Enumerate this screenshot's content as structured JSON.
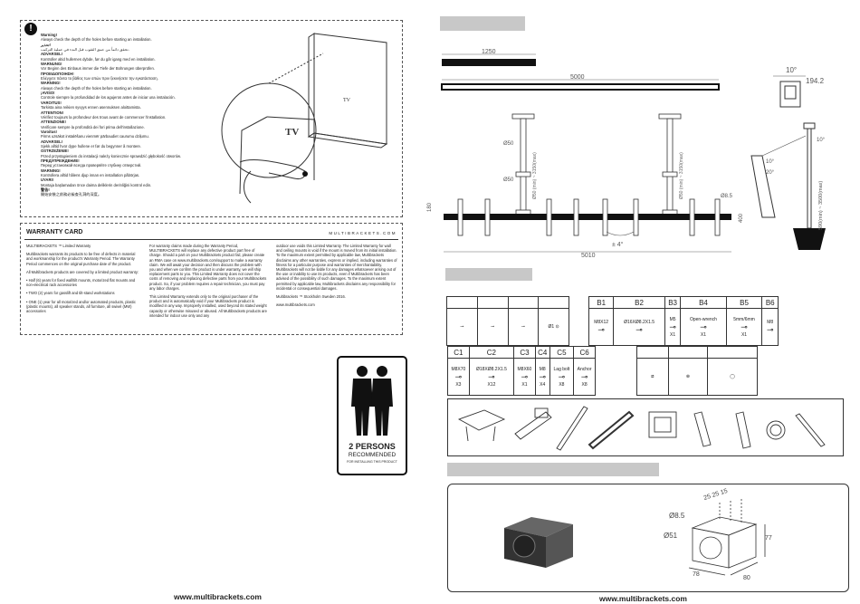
{
  "warning": {
    "lines": [
      {
        "t": "Warning!",
        "b": true
      },
      {
        "t": "Always check the depth of the holes before starting an installation.",
        "b": false
      },
      {
        "t": "تحذير!",
        "b": true
      },
      {
        "t": "تحقق دائماً من عمق الثقوب قبل البدء في عملية التركيب.",
        "b": false
      },
      {
        "t": "ADVARSEL!",
        "b": true
      },
      {
        "t": "Kontroller altid hullernes dybde, før du går igang med en installation.",
        "b": false
      },
      {
        "t": "WARNUNG!",
        "b": true
      },
      {
        "t": "Vor Beginn des Einbaus immer die Tiefe der Bohrungen überprüfen.",
        "b": false
      },
      {
        "t": "ΠΡΟΕΙΔΟΠΟΙΗΣΗ!",
        "b": true
      },
      {
        "t": "Ελέγχετε πάντα το βάθος των οπών πριν ξεκινήσετε την εγκατάσταση.",
        "b": false
      },
      {
        "t": "WARNING!",
        "b": true
      },
      {
        "t": "Always check the depth of the holes before starting an installation.",
        "b": false
      },
      {
        "t": "¡AVISO!",
        "b": true
      },
      {
        "t": "Controle siempre la profundidad de los agujeros antes de iniciar una instalación.",
        "b": false
      },
      {
        "t": "VAROITUS!",
        "b": true
      },
      {
        "t": "Tarkista aina reikien syvyys ennen asennuksen aloittamista.",
        "b": false
      },
      {
        "t": "ATTENTION!",
        "b": true
      },
      {
        "t": "Vérifiez toujours la profondeur des trous avant de commencer l'installation.",
        "b": false
      },
      {
        "t": "ATTENZIONE!",
        "b": true
      },
      {
        "t": "Verificare sempre la profondità dei fori prima dell'installazione.",
        "b": false
      },
      {
        "t": "Varoitus!",
        "b": true
      },
      {
        "t": "Pirms uzsākot instalēšanu vienmēr pārbaudiet caurumu dziļumu.",
        "b": false
      },
      {
        "t": "ADVARSEL!",
        "b": true
      },
      {
        "t": "Sjekk alltid hvor dype hullene er før du begynner å montere.",
        "b": false
      },
      {
        "t": "OSTRZEŻENIE!",
        "b": true
      },
      {
        "t": "Przed przystąpieniem do instalacji należy koniecznie sprawdzić głębokość otworów.",
        "b": false
      },
      {
        "t": "ПРЕДУПРЕЖДЕНИЕ!",
        "b": true
      },
      {
        "t": "Перед установкой всегда проверяйте глубину отверстий.",
        "b": false
      },
      {
        "t": "WARNING!",
        "b": true
      },
      {
        "t": "Kontrollera alltid hålens djup innan en installation påbörjas.",
        "b": false
      },
      {
        "t": "UYARI!",
        "b": true
      },
      {
        "t": "Montaja başlamadan önce daima deliklerin derinliğini kontrol edin.",
        "b": false
      },
      {
        "t": "警告!",
        "b": true
      },
      {
        "t": "開始安裝之前務必檢查孔洞的深度。",
        "b": false
      }
    ],
    "tv_label_small": "TV",
    "tv_label_big": "TV"
  },
  "warranty": {
    "title": "WARRANTY CARD",
    "brand": "MULTIBRACKETS.COM",
    "col1": [
      "MULTIBRACKETS ™ Limited Warranty",
      "Multibrackets warrants its products to be free of defects in material and workmanship for the product's Warranty Period. The Warranty Period commences on the original purchase date of the product.",
      "All Multibrackets products are covered by a limited product warranty:",
      "• Half (6) years for fixed wall/tilt mounts, motorized flat mounts and non-electrical rack accessories",
      "• TWO (2) years for gasslift and tilt-stand workstations",
      "• ONE (1) year for all motorized and/or automated products, plastic (plastic mounts), all speaker stands, all furniture, all swivel (MW) accessories"
    ],
    "col2": [
      "For warranty claims made during the Warranty Period, MULTIBRACKETS will replace any defective product part free of charge. Should a part on your Multibrackets product fail, please create an RMA case on www.multibrackets.com/support to make a warranty claim. We will await your decision and then discuss the problem with you and when we confirm the product is under warranty, we will ship replacement parts to you. This Limited Warranty does not cover the costs of removing and replacing defective parts from your Multibrackets product. So, if your problem requires a repair technician, you must pay any labor charges.",
      "This Limited Warranty extends only to the original purchaser of the product and is automatically void if your Multibrackets product is modified in any way. Improperly installed, used beyond its stated weight capacity or otherwise misused or abused. All Multibrackets products are intended for indoor use only and any"
    ],
    "col3": [
      "outdoor use voids this Limited Warranty. The Limited Warranty for wall and ceiling mounts is void if the mount is moved from its initial installation. To the maximum extent permitted by applicable law, Multibrackets disclaims any other warranties, express or implied, including warranties of fitness for a particular purpose and warranties of merchantability. Multibrackets will not be liable for any damages whatsoever arising out of the use or inability to use its products, even if Multibrackets has been advised of the possibility of such damages. To the maximum extent permitted by applicable law, Multibrackets disclaims any responsibility for incidental or consequential damages.",
      "Multibrackets ™ Stockholm Sweden 2016.",
      "www.multibrackets.com"
    ]
  },
  "persons": {
    "count_label": "2 PERSONS",
    "recommended": "RECOMMENDED",
    "sub": "FOR INSTALLING THIS PRODUCT"
  },
  "dims": {
    "bar1": "1250",
    "bar2": "5000",
    "angle1": "10°",
    "d1": "194.2",
    "pole_a": "Ø50",
    "pole_b": "Ø50",
    "pole_range_a": "Ø50 (min) ~ 3150(max)",
    "pole_range_b": "Ø50 (min) ~ 3150(max)",
    "hole": "Ø8.5",
    "h180": "180",
    "h400": "400",
    "angle2": "± 4°",
    "width": "5010",
    "height_range": "590(min) ~ 3500(max)",
    "side_a": "10°",
    "side_b": "10°",
    "side_c": "20°"
  },
  "parts_b": [
    {
      "code": "B1",
      "desc": "M8X12",
      "qty": ""
    },
    {
      "code": "B2",
      "desc": "Ø16XØ8.2X1.5",
      "qty": ""
    },
    {
      "code": "B3",
      "desc": "M5",
      "qty": "X1"
    },
    {
      "code": "B4",
      "desc": "Open-wrench",
      "qty": "X1"
    },
    {
      "code": "B5",
      "desc": "5mm/6mm",
      "qty": "X1"
    },
    {
      "code": "B6",
      "desc": "M8",
      "qty": ""
    }
  ],
  "parts_a_extra": "Ø1",
  "parts_c": [
    {
      "code": "C1",
      "desc": "M8X70",
      "qty": "X3"
    },
    {
      "code": "C2",
      "desc": "Ø18XØ8.2X1.5",
      "qty": "X12"
    },
    {
      "code": "C3",
      "desc": "M8X60",
      "qty": "X1"
    },
    {
      "code": "C4",
      "desc": "M8",
      "qty": "X4"
    },
    {
      "code": "C5",
      "desc": "Lag bolt",
      "qty": "X8"
    },
    {
      "code": "C6",
      "desc": "Anchor",
      "qty": "X8"
    }
  ],
  "clamp_dims": {
    "top": "25 25 15",
    "hole": "Ø8.5",
    "inner": "Ø51",
    "h": "77",
    "w": "80",
    "d": "78"
  },
  "footer_left": "www.multibrackets.com",
  "footer_right": "www.multibrackets.com"
}
